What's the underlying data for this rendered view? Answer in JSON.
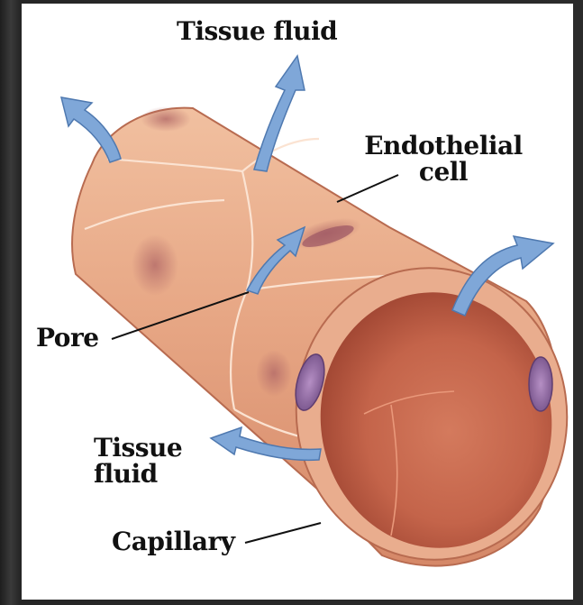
{
  "labels": {
    "tissue_fluid_top": "Tissue fluid",
    "endothelial_cell": "Endothelial cell",
    "pore": "Pore",
    "tissue_fluid_bottom": "Tissue fluid",
    "capillary": "Capillary"
  },
  "colors": {
    "vessel_outer": "#e7a785",
    "vessel_inner": "#c4644a",
    "vessel_dark": "#a84a36",
    "nucleus": "#8f6aa0",
    "arrow": "#7fa7d8",
    "frame": "#2b2b2b"
  }
}
